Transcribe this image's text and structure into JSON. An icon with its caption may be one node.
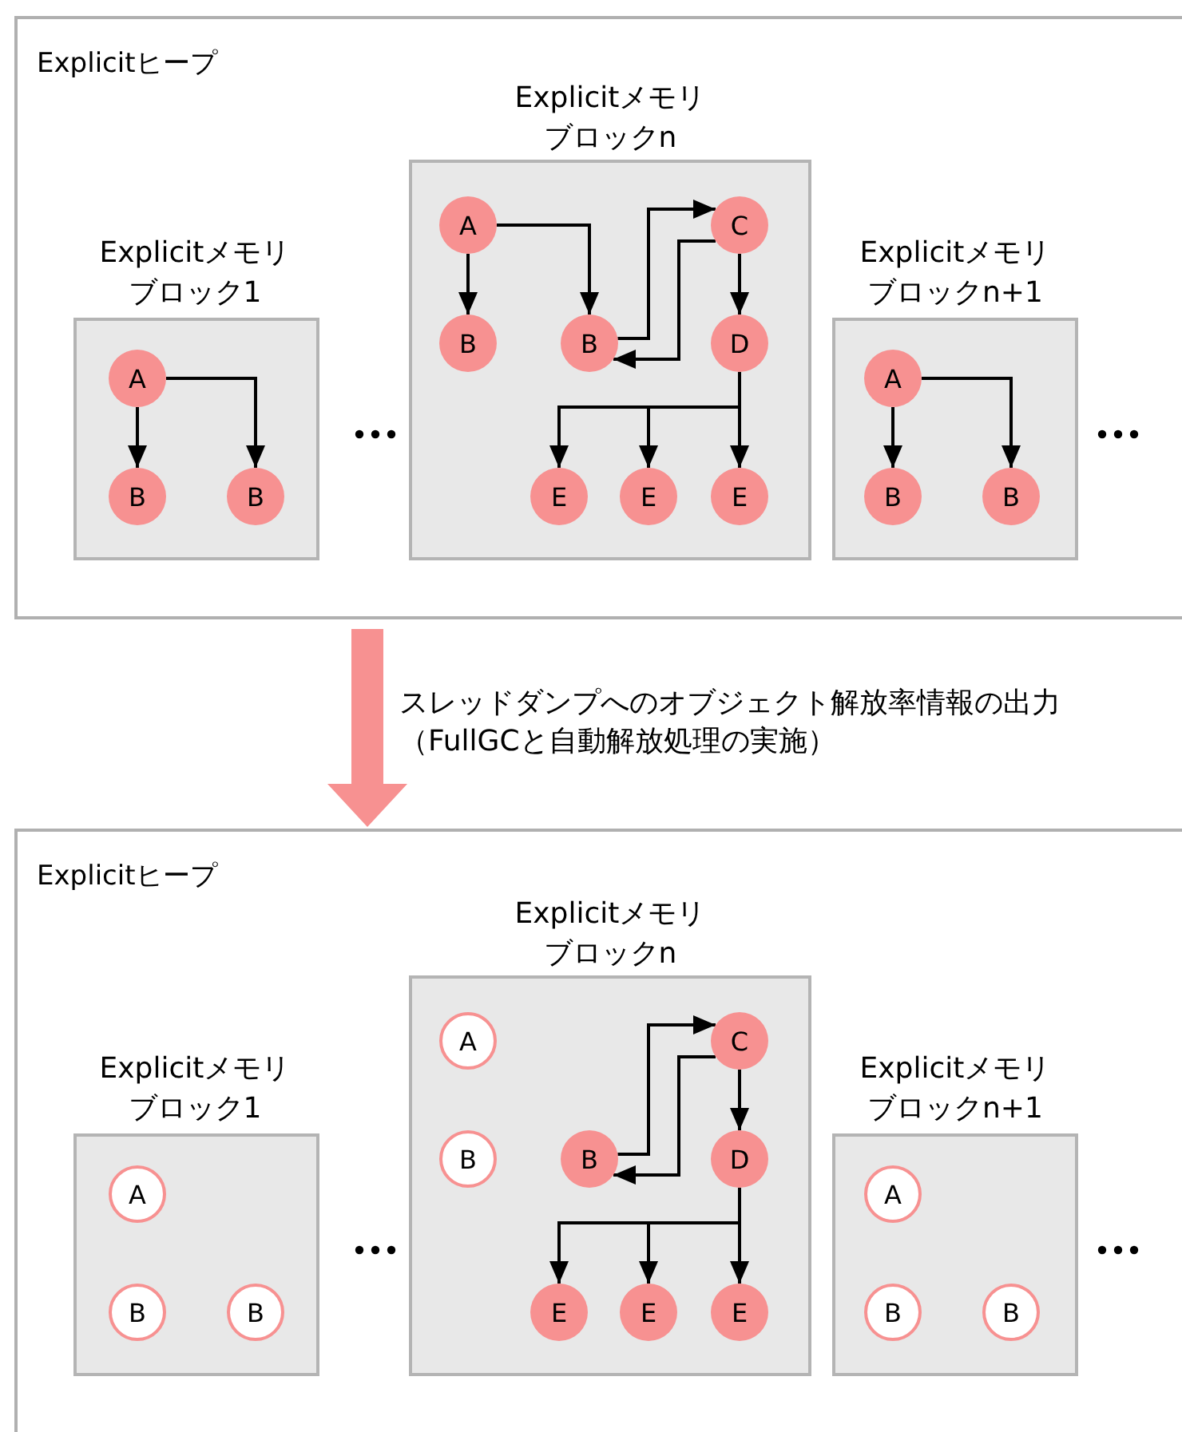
{
  "diagram": {
    "nodes": [
      {
        "text": [
          "Explicitヒープ"
        ]
      },
      {
        "text": [
          "Explicitメモリブロック1"
        ],
        "in": 0
      },
      {
        "text": [
          "A"
        ],
        "in": 1
      },
      {
        "text": [
          "B"
        ],
        "in": 1
      },
      {
        "text": [
          "B"
        ],
        "in": 1
      },
      {
        "text": [
          "Explicitメモリブロックn"
        ],
        "in": 0
      },
      {
        "text": [
          "A"
        ],
        "in": 5
      },
      {
        "text": [
          "B"
        ],
        "in": 5
      },
      {
        "text": [
          "B"
        ],
        "in": 5
      },
      {
        "text": [
          "C"
        ],
        "in": 5
      },
      {
        "text": [
          "D"
        ],
        "in": 5
      },
      {
        "text": [
          "E"
        ],
        "in": 5
      },
      {
        "text": [
          "E"
        ],
        "in": 5
      },
      {
        "text": [
          "E"
        ],
        "in": 5
      },
      {
        "text": [
          "Explicitメモリブロックn+1"
        ],
        "in": 0
      },
      {
        "text": [
          "A"
        ],
        "in": 14
      },
      {
        "text": [
          "B"
        ],
        "in": 14
      },
      {
        "text": [
          "B"
        ],
        "in": 14
      },
      {
        "text": [
          "Explicitヒープ"
        ]
      },
      {
        "text": [
          "Explicitメモリブロック1"
        ],
        "in": 18
      },
      {
        "text": [
          "A"
        ],
        "in": 19
      },
      {
        "text": [
          "B"
        ],
        "in": 19
      },
      {
        "text": [
          "B"
        ],
        "in": 19
      },
      {
        "text": [
          "Explicitメモリブロックn"
        ],
        "in": 18
      },
      {
        "text": [
          "A"
        ],
        "in": 23
      },
      {
        "text": [
          "B"
        ],
        "in": 23
      },
      {
        "text": [
          "B"
        ],
        "in": 23
      },
      {
        "text": [
          "C"
        ],
        "in": 23
      },
      {
        "text": [
          "D"
        ],
        "in": 23
      },
      {
        "text": [
          "E"
        ],
        "in": 23
      },
      {
        "text": [
          "E"
        ],
        "in": 23
      },
      {
        "text": [
          "E"
        ],
        "in": 23
      },
      {
        "text": [
          "Explicitメモリブロックn+1"
        ],
        "in": 18
      },
      {
        "text": [
          "A"
        ],
        "in": 32
      },
      {
        "text": [
          "B"
        ],
        "in": 32
      },
      {
        "text": [
          "B"
        ],
        "in": 32
      }
    ],
    "edges": [
      {
        "from": 2,
        "to": 3,
        "arrow": "to"
      },
      {
        "from": 2,
        "to": 4,
        "arrow": "to"
      },
      {
        "from": 6,
        "to": 7,
        "arrow": "to"
      },
      {
        "from": 6,
        "to": 8,
        "arrow": "to"
      },
      {
        "from": 8,
        "to": 9,
        "arrow": "to"
      },
      {
        "from": 9,
        "to": 8,
        "arrow": "to"
      },
      {
        "from": 9,
        "to": 10,
        "arrow": "to"
      },
      {
        "from": 10,
        "to": 11,
        "arrow": "to"
      },
      {
        "from": 10,
        "to": 12,
        "arrow": "to"
      },
      {
        "from": 10,
        "to": 13,
        "arrow": "to"
      },
      {
        "from": 15,
        "to": 16,
        "arrow": "to"
      },
      {
        "from": 15,
        "to": 17,
        "arrow": "to"
      },
      {
        "from": 0,
        "to": 18,
        "arrow": "to",
        "label": "スレッドダンプへのオブジェクト解放率情報の出力",
        "style": "thick",
        "color": "#f79191"
      },
      {
        "from": 26,
        "to": 27,
        "arrow": "to"
      },
      {
        "from": 27,
        "to": 26,
        "arrow": "to"
      },
      {
        "from": 27,
        "to": 28,
        "arrow": "to"
      },
      {
        "from": 28,
        "to": 29,
        "arrow": "to"
      },
      {
        "from": 28,
        "to": 30,
        "arrow": "to"
      },
      {
        "from": 28,
        "to": 31,
        "arrow": "to"
      }
    ],
    "labels": [
      "（FullGCと自動解放処理の実施）"
    ]
  }
}
